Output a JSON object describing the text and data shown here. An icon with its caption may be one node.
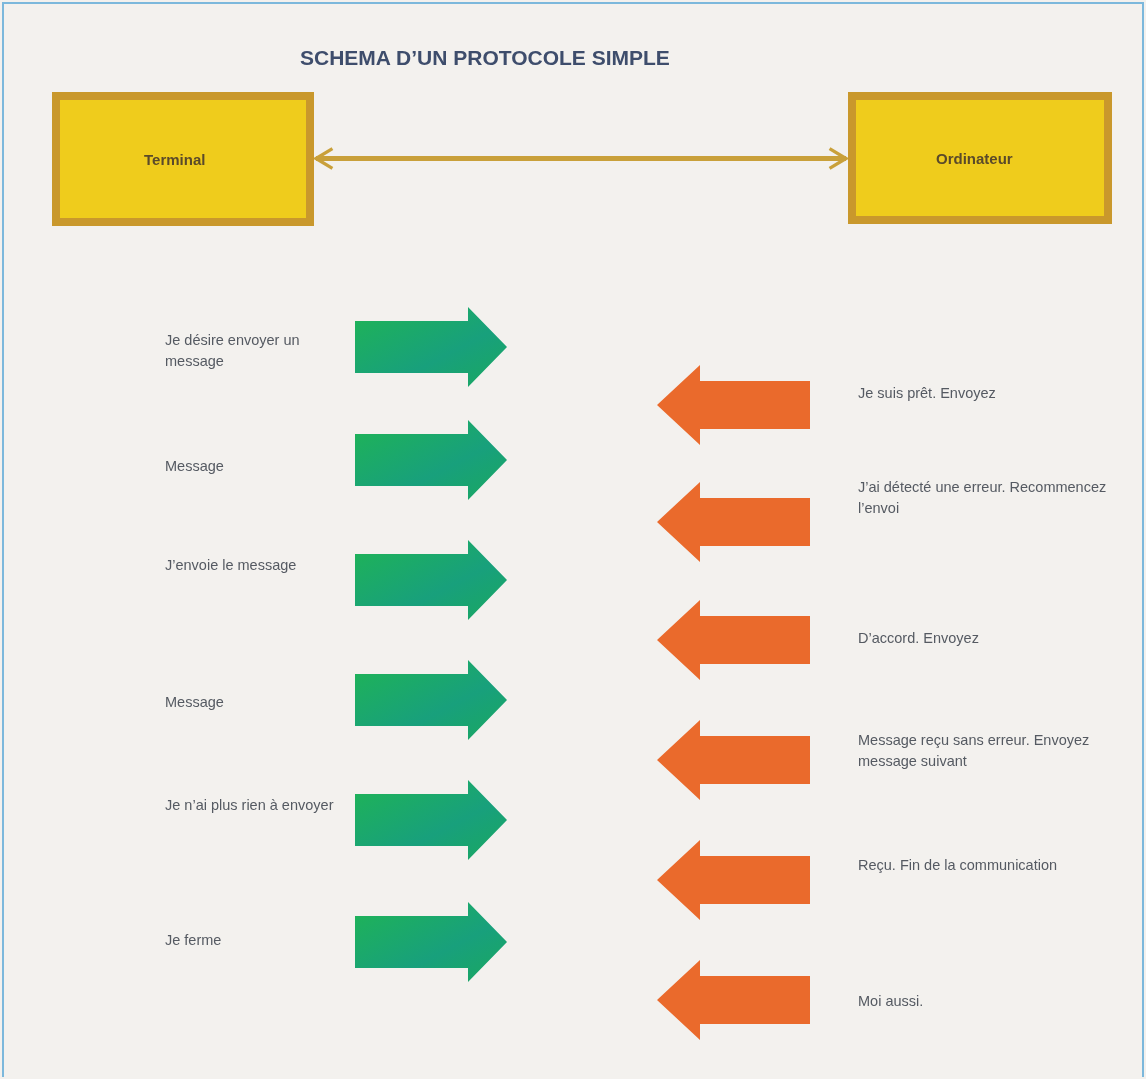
{
  "diagram": {
    "title": "SCHEMA D’UN PROTOCOLE SIMPLE",
    "nodes": [
      {
        "text": [
          "Terminal"
        ]
      },
      {
        "text": [
          "Ordinateur"
        ]
      }
    ],
    "edges": [
      {
        "from": 0,
        "to": 1,
        "arrow": "both"
      }
    ],
    "labels": [
      "Je désire envoyer un message",
      "Je suis prêt. Envoyez",
      "Message",
      "J’ai détecté une erreur. Recommencez l’envoi",
      "J’envoie le message",
      "D’accord. Envoyez",
      "Message",
      "Message reçu sans erreur. Envoyez message suivant",
      "Je n’ai plus rien à envoyer",
      "Reçu. Fin de la communication",
      "Je ferme",
      "Moi aussi."
    ]
  }
}
